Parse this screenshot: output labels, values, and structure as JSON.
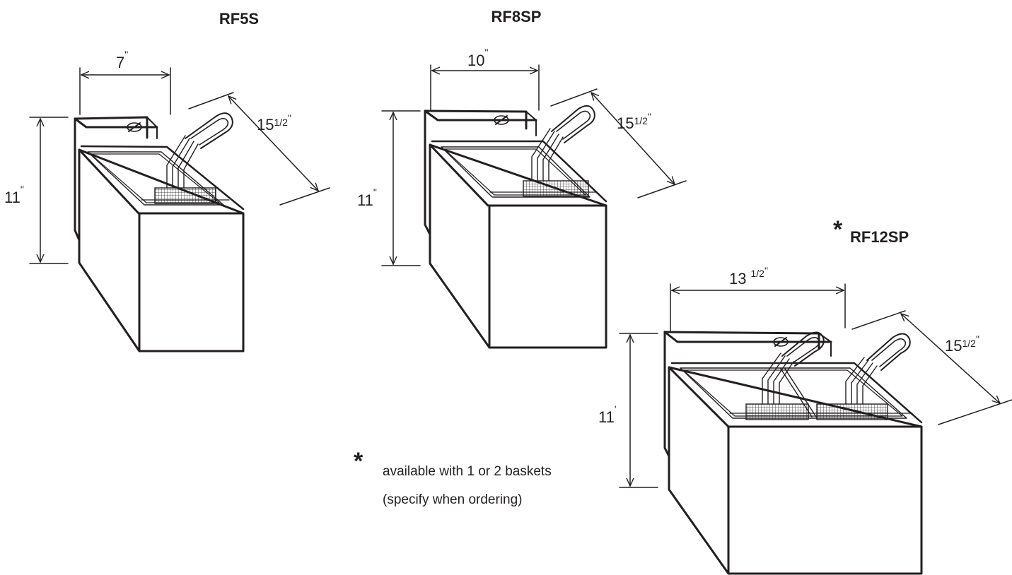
{
  "models": [
    {
      "name": "RF5S",
      "width_main": "7",
      "width_mark": "\"",
      "depth_main": "15",
      "depth_frac": "1/2",
      "depth_mark": "\"",
      "height_main": "11",
      "height_mark": "\""
    },
    {
      "name": "RF8SP",
      "width_main": "10",
      "width_mark": "\"",
      "depth_main": "15",
      "depth_frac": "1/2",
      "depth_mark": "\"",
      "height_main": "11",
      "height_mark": "\""
    },
    {
      "name": "RF12SP",
      "star": "*",
      "width_main": "13",
      "width_frac": "1/2",
      "width_mark": "\"",
      "depth_main": "15",
      "depth_frac": "1/2",
      "depth_mark": "\"",
      "height_main": "11",
      "height_mark": "'"
    }
  ],
  "note": {
    "star": "*",
    "line1": "available with 1 or 2 baskets",
    "line2": "(specify when ordering)"
  }
}
